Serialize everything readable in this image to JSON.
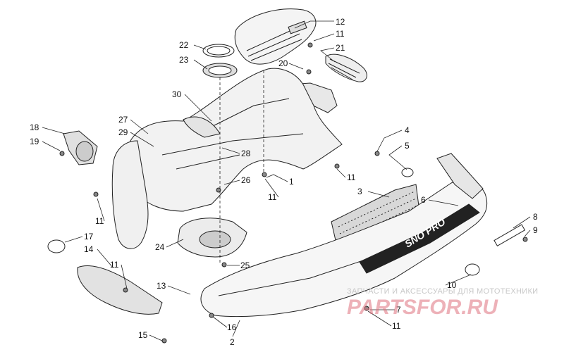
{
  "diagram": {
    "callouts": [
      {
        "id": "c12",
        "text": "12"
      },
      {
        "id": "c11a",
        "text": "11"
      },
      {
        "id": "c21",
        "text": "21"
      },
      {
        "id": "c22",
        "text": "22"
      },
      {
        "id": "c23",
        "text": "23"
      },
      {
        "id": "c20",
        "text": "20"
      },
      {
        "id": "c30",
        "text": "30"
      },
      {
        "id": "c27",
        "text": "27"
      },
      {
        "id": "c29",
        "text": "29"
      },
      {
        "id": "c18",
        "text": "18"
      },
      {
        "id": "c19",
        "text": "19"
      },
      {
        "id": "c4",
        "text": "4"
      },
      {
        "id": "c5",
        "text": "5"
      },
      {
        "id": "c28",
        "text": "28"
      },
      {
        "id": "c11b",
        "text": "11"
      },
      {
        "id": "c1",
        "text": "1"
      },
      {
        "id": "c26",
        "text": "26"
      },
      {
        "id": "c11c",
        "text": "11"
      },
      {
        "id": "c3",
        "text": "3"
      },
      {
        "id": "c6",
        "text": "6"
      },
      {
        "id": "c11d",
        "text": "11"
      },
      {
        "id": "c8",
        "text": "8"
      },
      {
        "id": "c9",
        "text": "9"
      },
      {
        "id": "c17",
        "text": "17"
      },
      {
        "id": "c14",
        "text": "14"
      },
      {
        "id": "c24",
        "text": "24"
      },
      {
        "id": "c11e",
        "text": "11"
      },
      {
        "id": "c25",
        "text": "25"
      },
      {
        "id": "c13",
        "text": "13"
      },
      {
        "id": "c10",
        "text": "10"
      },
      {
        "id": "c7",
        "text": "7"
      },
      {
        "id": "c16",
        "text": "16"
      },
      {
        "id": "c11f",
        "text": "11"
      },
      {
        "id": "c15",
        "text": "15"
      },
      {
        "id": "c2",
        "text": "2"
      }
    ],
    "decal_text": "SNO PRO"
  },
  "watermark": {
    "caption": "ЗАПЧАСТИ И АКСЕССУАРЫ ДЛЯ МОТОТЕХНИКИ",
    "logo": "PARTSFOR.RU"
  }
}
